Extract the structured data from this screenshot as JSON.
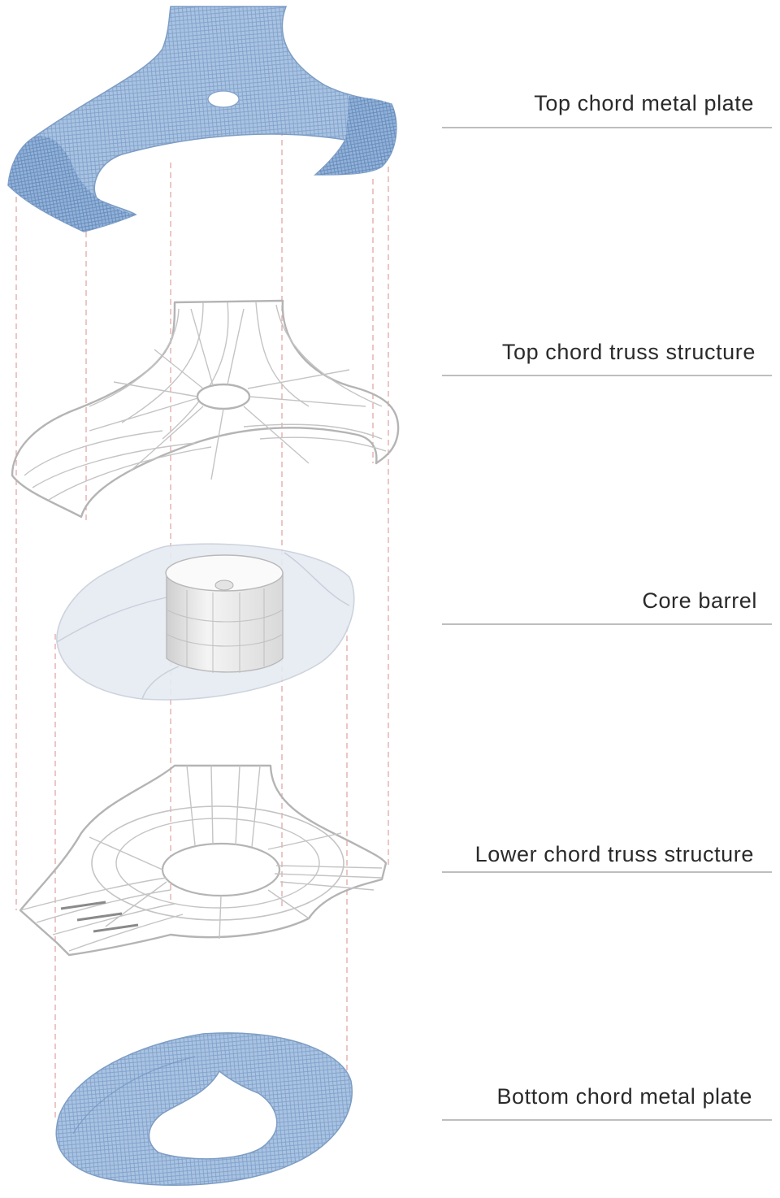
{
  "layers": [
    {
      "id": "top-chord-metal-plate",
      "label": "Top chord metal plate"
    },
    {
      "id": "top-chord-truss-structure",
      "label": "Top chord truss structure"
    },
    {
      "id": "core-barrel",
      "label": "Core barrel"
    },
    {
      "id": "lower-chord-truss-structure",
      "label": "Lower chord truss structure"
    },
    {
      "id": "bottom-chord-metal-plate",
      "label": "Bottom chord metal plate"
    }
  ],
  "colors": {
    "mesh_fill": "#a9c3e2",
    "mesh_dark": "#6f93c0",
    "truss_line": "#b4b4b4",
    "guide_line": "#e0a0a0",
    "label_text": "#2a2a2a",
    "rule_line": "#a8a8a8",
    "core_disc": "#e6ebf2",
    "core_barrel": "#f2f2f2"
  }
}
